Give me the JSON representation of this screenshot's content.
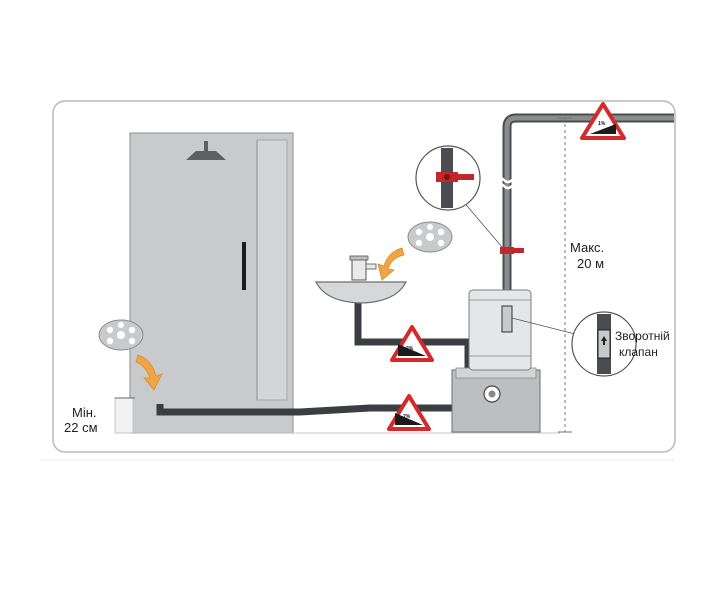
{
  "labels": {
    "min_line1": "Мін.",
    "min_line2": "22 см",
    "max_line1": "Макс.",
    "max_line2": "20 м",
    "valve_line1": "Зворотній",
    "valve_line2": "клапан"
  },
  "slopes": {
    "top": "1%",
    "sink": "2%",
    "floor": "2%"
  },
  "icons": {
    "shower_drain": "drain-grate-icon",
    "sink_drain": "drain-grate-icon",
    "valve": "shutoff-valve-icon"
  },
  "colors": {
    "pipe": "#3b3d40",
    "stall": "#c9cacc",
    "arrow": "#f0a443",
    "warning": "#d42a2a",
    "valve_handle": "#c2272d"
  }
}
